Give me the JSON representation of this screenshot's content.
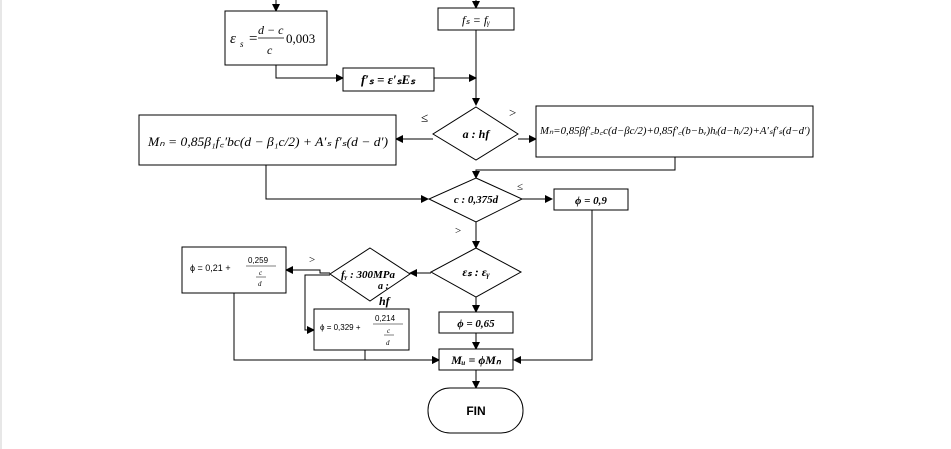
{
  "boxes": {
    "strain_formula_lhs": "ε",
    "strain_formula_sub": "s",
    "strain_formula_num": "d − c",
    "strain_formula_den": "c",
    "strain_formula_coef": "0,003",
    "steel_yield": "fₛ = fᵧ",
    "steel_stress": "f′ₛ = ε′ₛEₛ",
    "moment_rect": "Mₙ = 0,85β₁f꜀′bc(d − β₁c/2) + A′ₛ f′ₛ(d − d′)",
    "moment_tee": "Mₙ=0,85βf′꜀b꜀c(d−βc/2)+0,85f′꜀(b−bᵥ)hᵢ(d−hᵢ/2)+A′ₛf′ₛ(d−d′)",
    "phi_09": "ϕ = 0,9",
    "phi_021": "ϕ = 0,21 +",
    "phi_021_num": "0,259",
    "phi_021_den_num": "c",
    "phi_021_den_den": "d",
    "phi_0329": "ϕ = 0,329 +",
    "phi_0329_num": "0,214",
    "phi_0329_den_num": "c",
    "phi_0329_den_den": "d",
    "phi_065": "ϕ = 0,65",
    "mu": "Mᵤ = ϕMₙ",
    "fin": "FIN"
  },
  "decisions": {
    "a_hf": "a : hf",
    "c_0375d": "c : 0,375d",
    "eps": "εₛ : εᵧ",
    "fy": "fᵧ : 300MPa",
    "stray_a": "a :",
    "stray_hf": "hf"
  },
  "edge_labels": {
    "le_left": "≤",
    "gt_right": ">",
    "le_c": "≤",
    "gt_c": ">",
    "gt_fy": ">"
  }
}
